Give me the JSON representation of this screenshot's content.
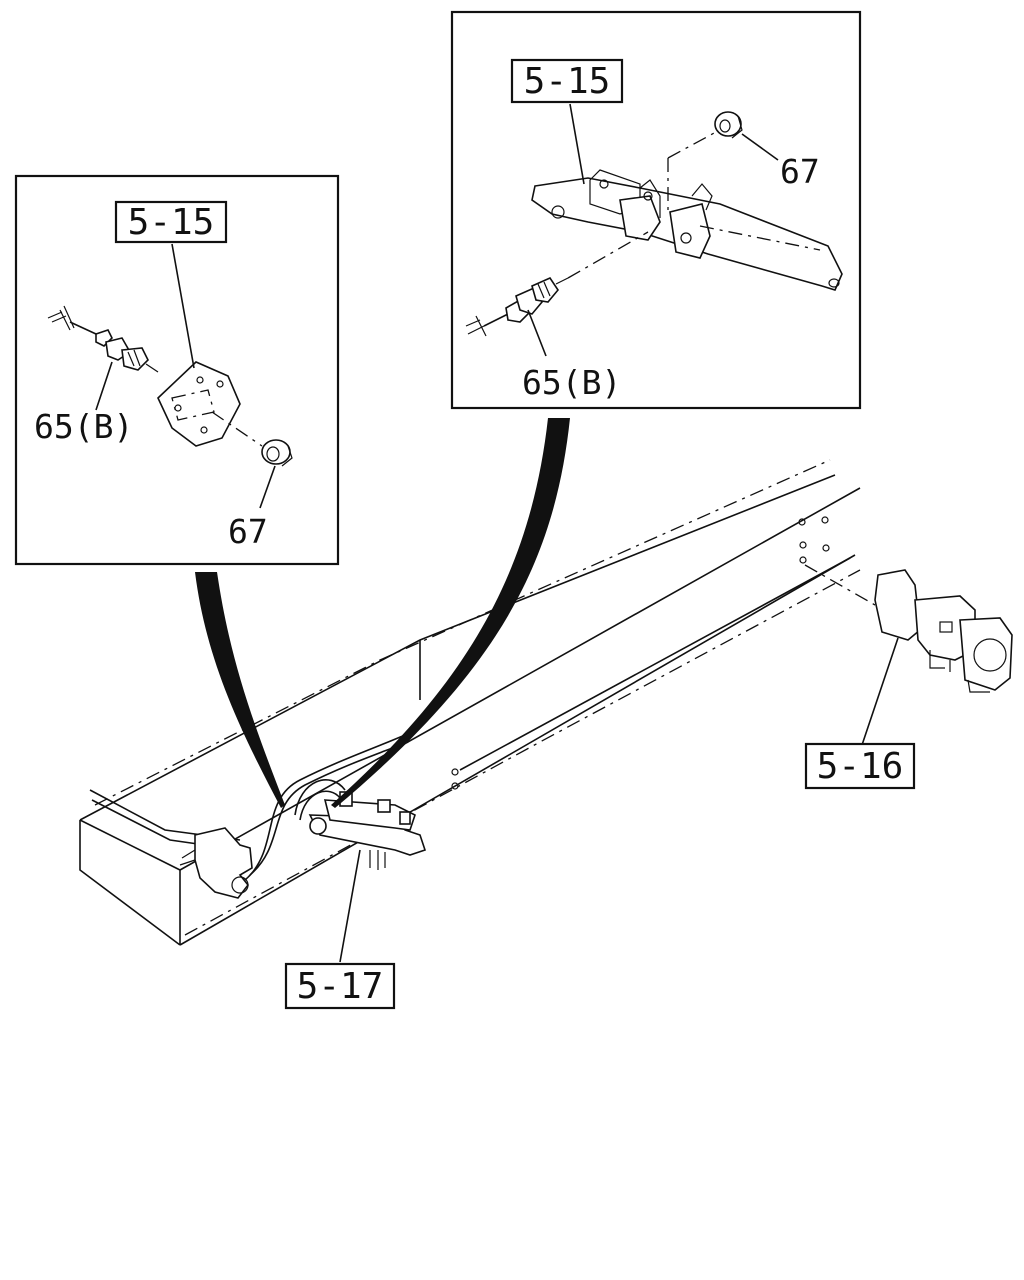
{
  "callouts": {
    "inset_left": {
      "group_ref": "5-15",
      "sensor_ref": "65(B)",
      "nut_ref": "67"
    },
    "inset_right": {
      "group_ref": "5-15",
      "sensor_ref": "65(B)",
      "nut_ref": "67"
    },
    "main": {
      "rear_ref": "5-16",
      "front_ref": "5-17"
    }
  }
}
